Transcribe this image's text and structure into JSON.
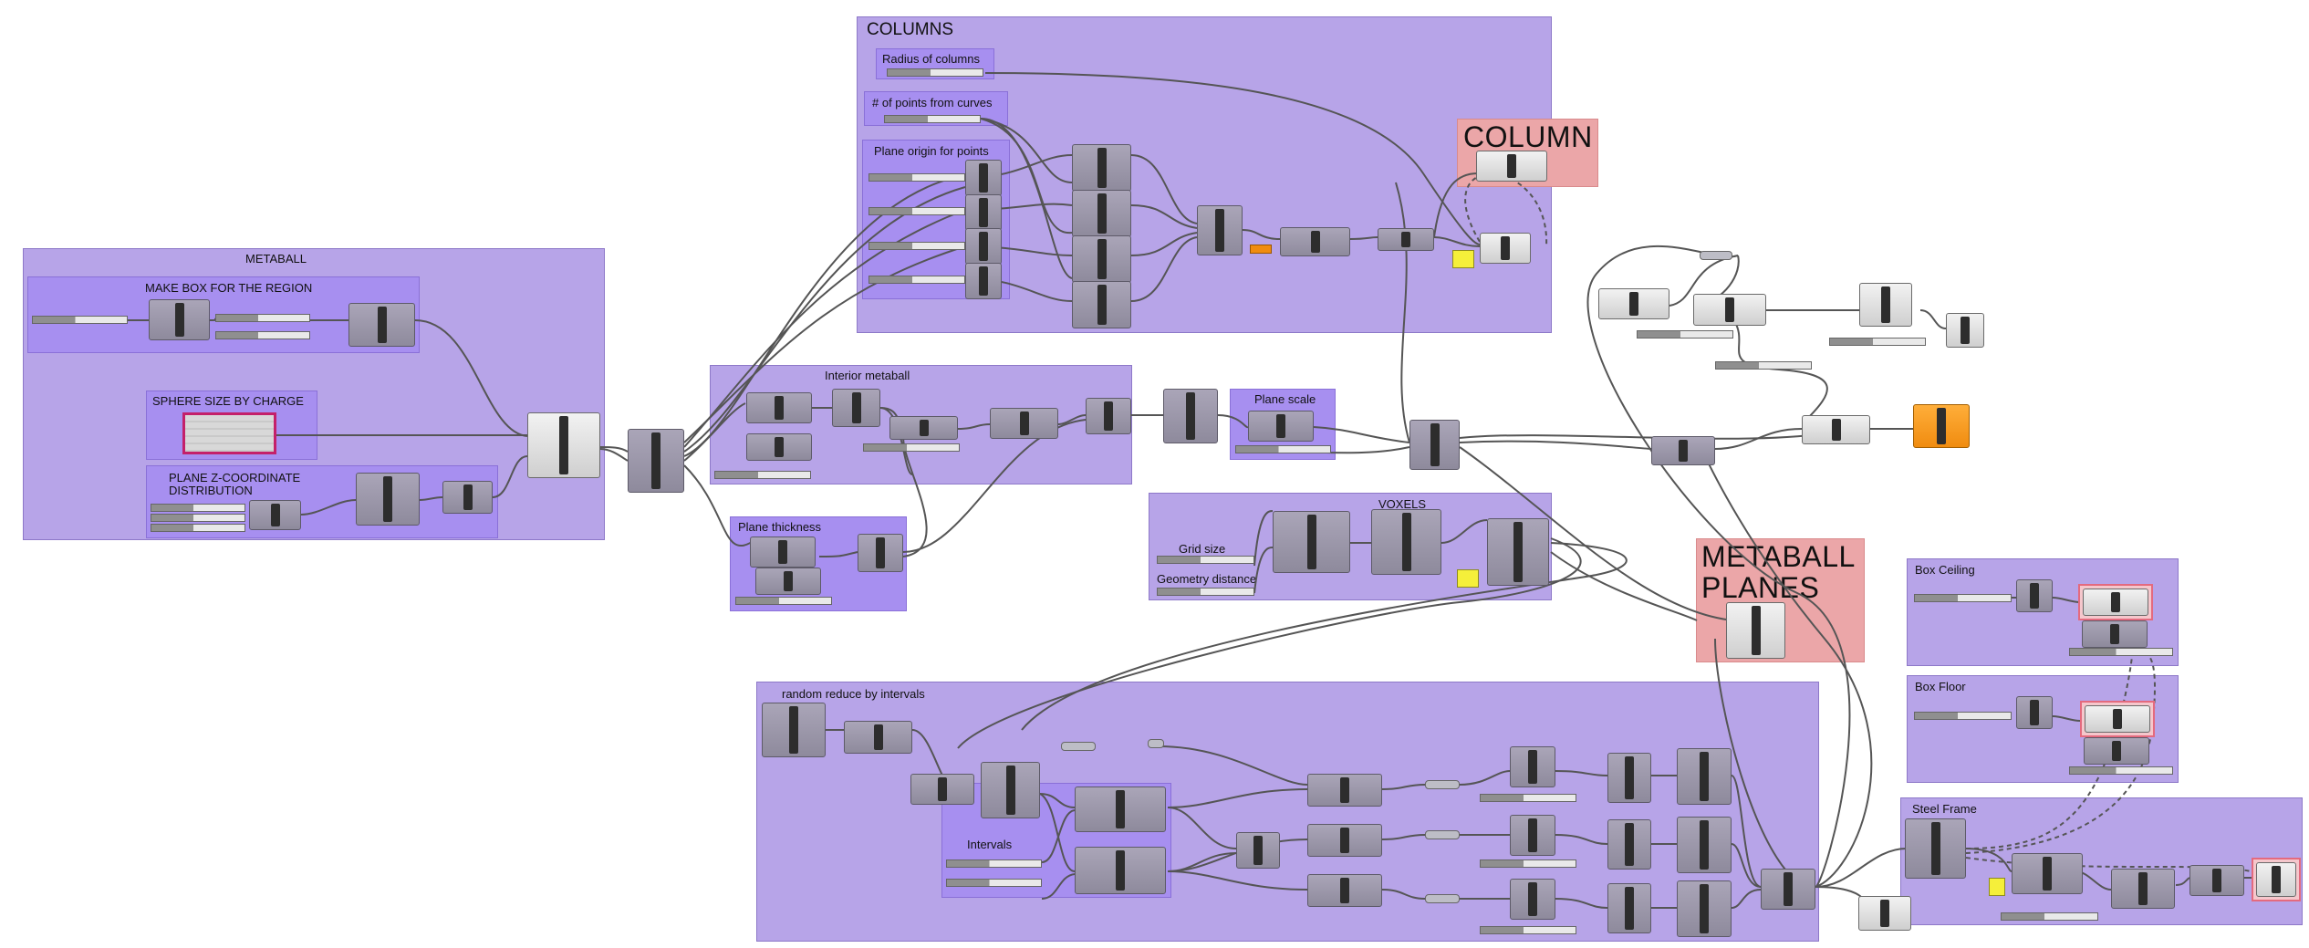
{
  "groups": {
    "metaball": "METABALL",
    "make_box": "MAKE BOX FOR THE REGION",
    "sphere_size": "SPHERE SIZE BY CHARGE",
    "plane_z": "PLANE Z-COORDINATE\nDISTRIBUTION",
    "columns": "COLUMNS",
    "radius_columns": "Radius of columns",
    "points_from_curves": "# of points from curves",
    "plane_origin": "Plane origin for points",
    "interior_metaball": "Interior metaball",
    "plane_thickness": "Plane thickness",
    "plane_scale": "Plane scale",
    "voxels": "VOXELS",
    "grid_size": "Grid size",
    "geometry_distance": "Geometry distance",
    "random_reduce": "random reduce by intervals",
    "intervals": "Intervals",
    "box_ceiling": "Box Ceiling",
    "box_floor": "Box Floor",
    "steel_frame": "Steel Frame"
  },
  "notes": {
    "column": "COLUMN",
    "metaball_planes_1": "METABALL",
    "metaball_planes_2": "PLANES"
  },
  "colors": {
    "group": "#b7a4e8",
    "subgroup": "#a78ff0",
    "note": "#eba6a8",
    "wire": "#555555",
    "component": "#9c98aa",
    "panel_yellow": "#f5ef3a",
    "output_orange": "#f08c10"
  }
}
